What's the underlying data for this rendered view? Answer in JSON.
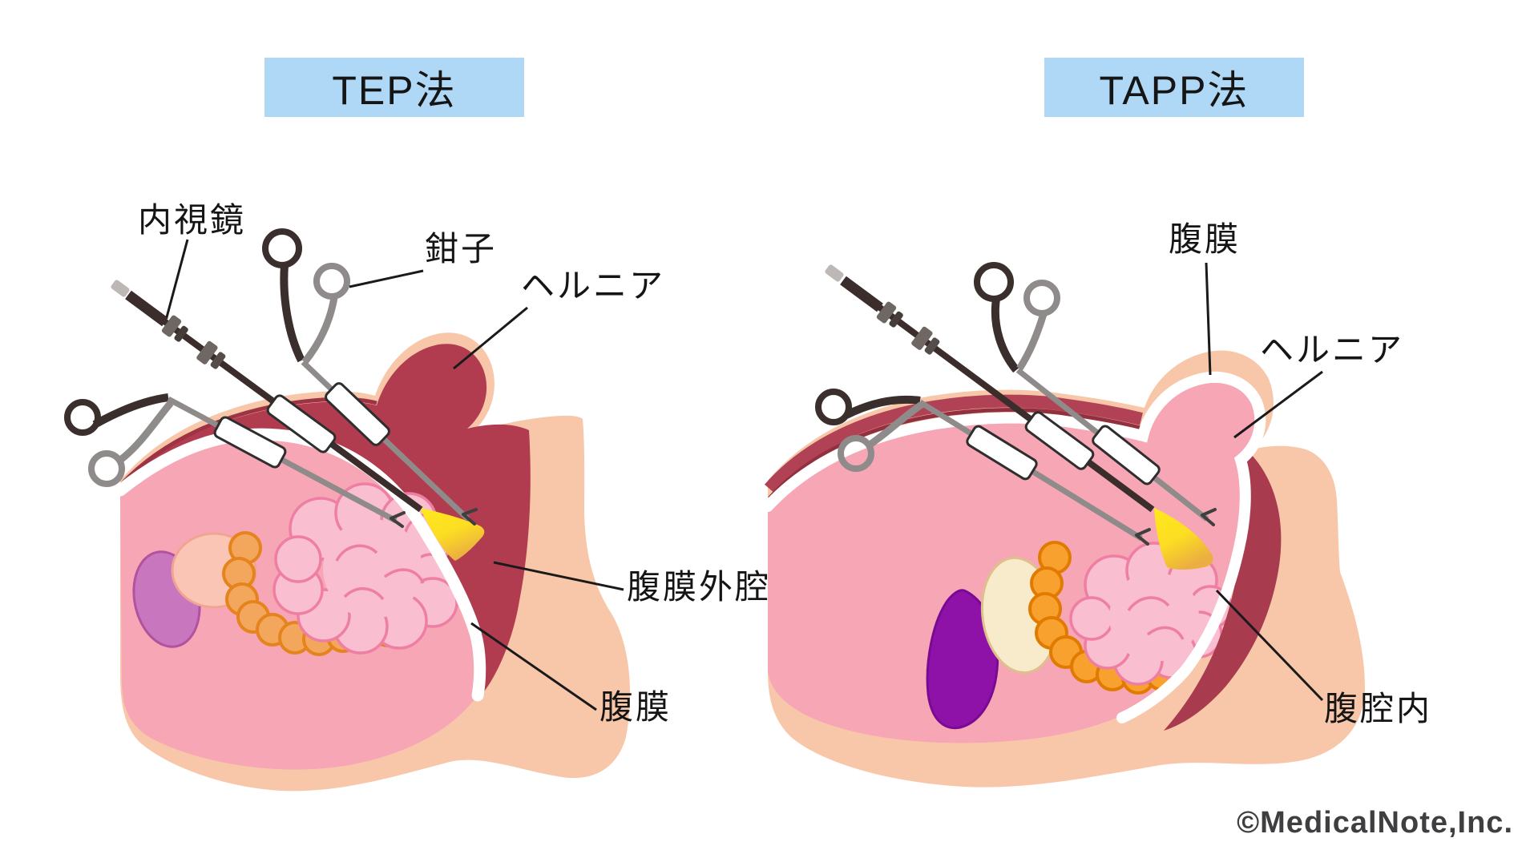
{
  "panels": {
    "tep": {
      "title": "TEP法",
      "labels": {
        "endoscope": "内視鏡",
        "forceps": "鉗子",
        "hernia": "ヘルニア",
        "extraperitoneal_space": "腹膜外腔",
        "peritoneum": "腹膜"
      }
    },
    "tapp": {
      "title": "TAPP法",
      "labels": {
        "peritoneum": "腹膜",
        "hernia": "ヘルニア",
        "intraabdominal": "腹腔内"
      }
    }
  },
  "footer": {
    "copyright": "©MedicalNote,Inc."
  },
  "colors": {
    "title_box": "#AFD8F7",
    "skin": "#F8C7A9",
    "extraperitoneal_red": "#B13C4F",
    "cavity_pink": "#F6A6B4",
    "peritoneum_white": "#FFFFFF",
    "endoscope_light_yellow": "#FFE71E",
    "intestine_pink": "#F9BECF",
    "colon_orange": "#F3A75C",
    "label_text": "#151515",
    "copyright_text": "#3F3F41"
  }
}
